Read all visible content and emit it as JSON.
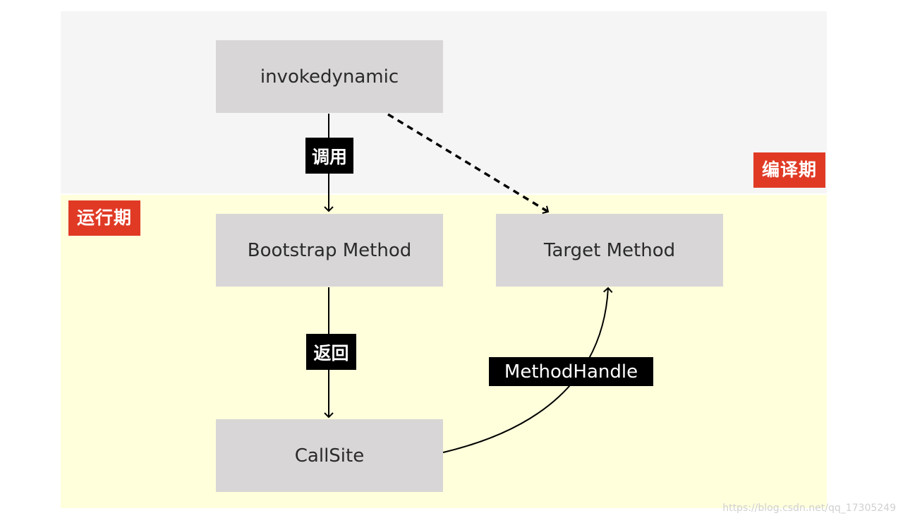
{
  "phases": {
    "compile_label": "编译期",
    "runtime_label": "运行期"
  },
  "nodes": {
    "invoke": "invokedynamic",
    "bootstrap": "Bootstrap Method",
    "target": "Target Method",
    "callsite": "CallSite"
  },
  "edges": {
    "invoke_to_bootstrap": "调用",
    "bootstrap_to_callsite": "返回",
    "callsite_to_target": "MethodHandle"
  },
  "watermark": "https://blog.csdn.net/qq_17305249",
  "colors": {
    "compile_bg": "#f5f5f5",
    "runtime_bg": "#ffffdc",
    "tag_red": "#e03a25",
    "node_gray": "#d8d6d6"
  }
}
